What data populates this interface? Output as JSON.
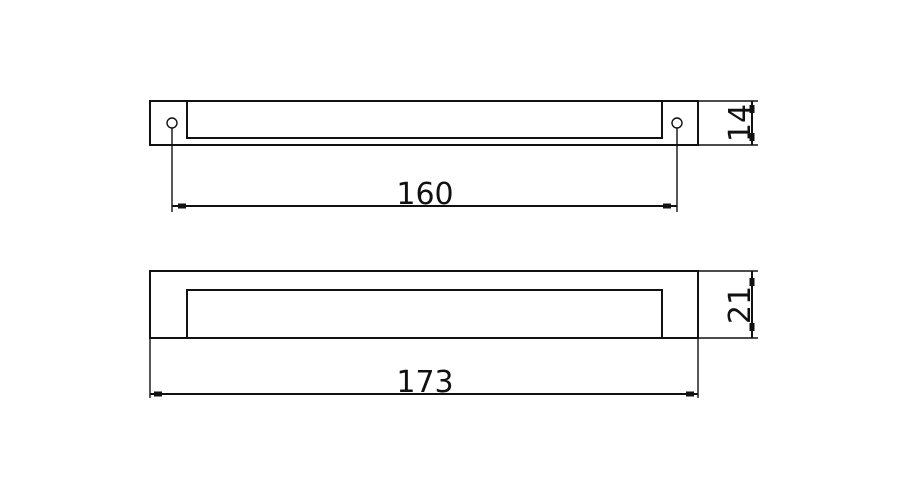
{
  "top_view": {
    "length_between_holes": "160",
    "height": "14"
  },
  "front_view": {
    "overall_length": "173",
    "height": "21"
  },
  "colors": {
    "line": "#111111",
    "background": "#ffffff"
  }
}
